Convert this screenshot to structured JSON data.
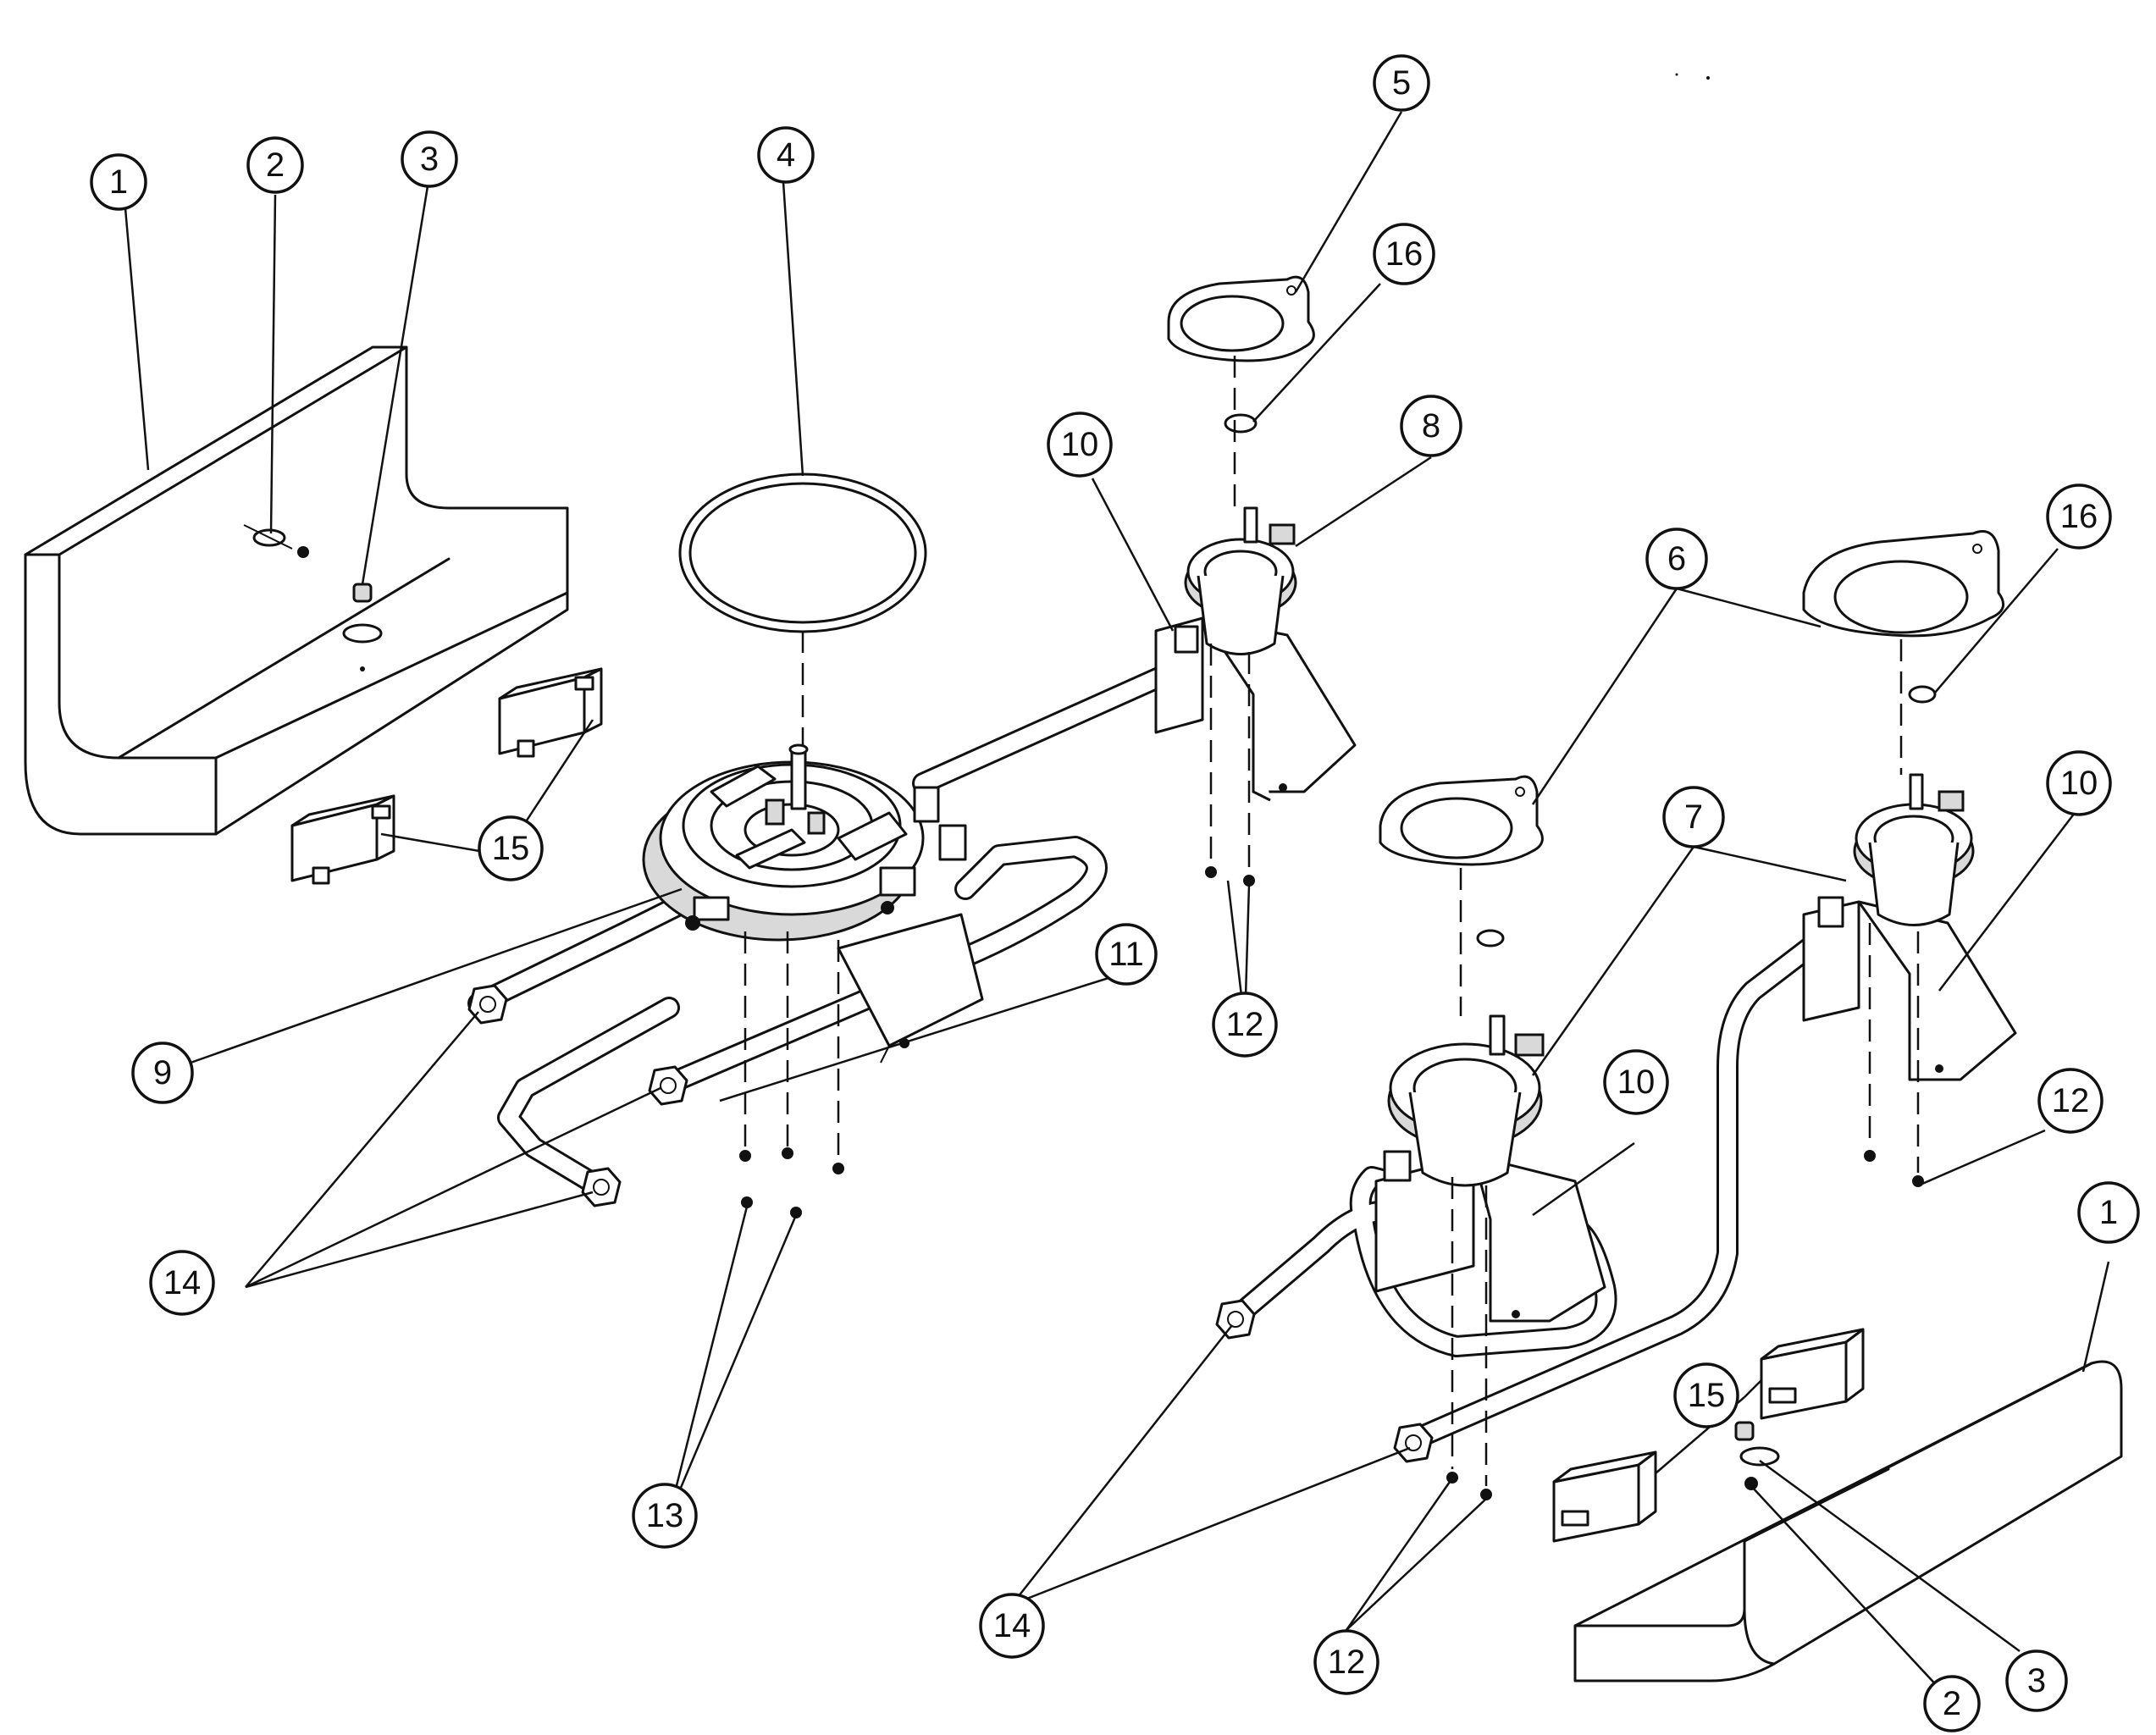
{
  "callouts": [
    {
      "id": "c1a",
      "label": "1"
    },
    {
      "id": "c2a",
      "label": "2"
    },
    {
      "id": "c3a",
      "label": "3"
    },
    {
      "id": "c4",
      "label": "4"
    },
    {
      "id": "c5",
      "label": "5"
    },
    {
      "id": "c16a",
      "label": "16"
    },
    {
      "id": "c10a",
      "label": "10"
    },
    {
      "id": "c8",
      "label": "8"
    },
    {
      "id": "c6",
      "label": "6"
    },
    {
      "id": "c16b",
      "label": "16"
    },
    {
      "id": "c7",
      "label": "7"
    },
    {
      "id": "c10b",
      "label": "10"
    },
    {
      "id": "c15a",
      "label": "15"
    },
    {
      "id": "c11",
      "label": "11"
    },
    {
      "id": "c9",
      "label": "9"
    },
    {
      "id": "c12a",
      "label": "12"
    },
    {
      "id": "c10c",
      "label": "10"
    },
    {
      "id": "c12b",
      "label": "12"
    },
    {
      "id": "c1b",
      "label": "1"
    },
    {
      "id": "c14a",
      "label": "14"
    },
    {
      "id": "c15b",
      "label": "15"
    },
    {
      "id": "c13",
      "label": "13"
    },
    {
      "id": "c14b",
      "label": "14"
    },
    {
      "id": "c12c",
      "label": "12"
    },
    {
      "id": "c3b",
      "label": "3"
    },
    {
      "id": "c2b",
      "label": "2"
    }
  ]
}
